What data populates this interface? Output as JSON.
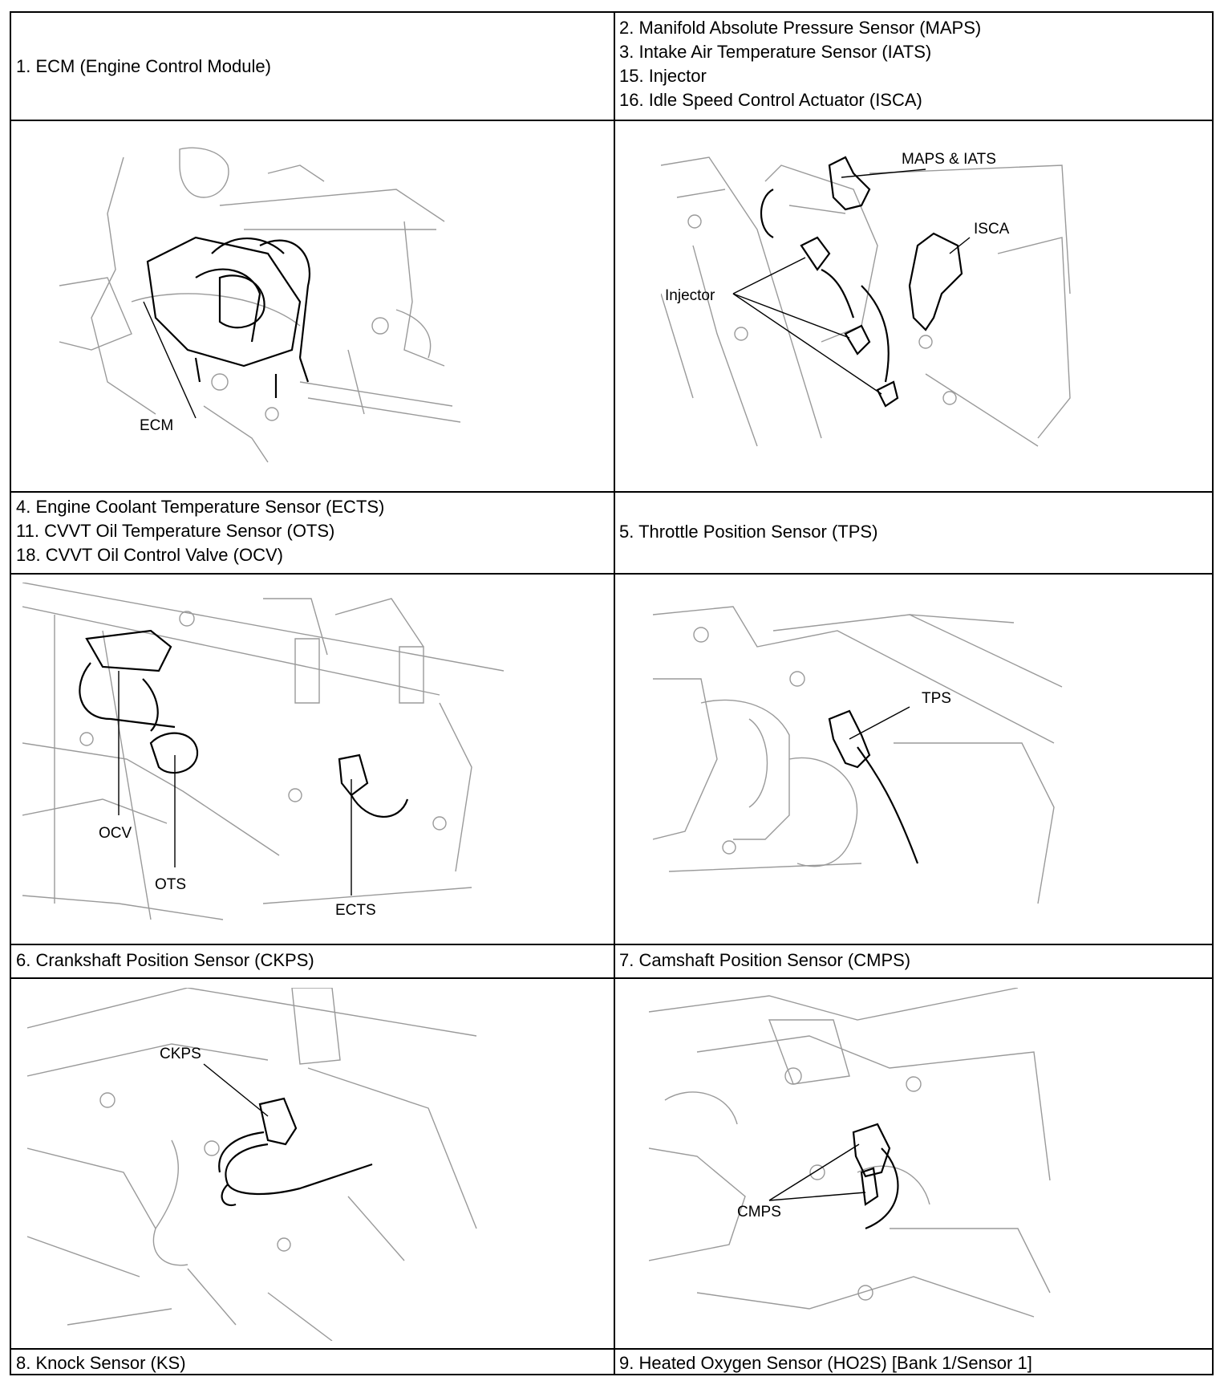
{
  "rows": [
    {
      "left": [
        "1. ECM (Engine Control Module)"
      ],
      "right": [
        "2. Manifold Absolute Pressure Sensor (MAPS)",
        "3. Intake Air Temperature Sensor (IATS)",
        "15. Injector",
        "16. Idle Speed Control Actuator (ISCA)"
      ]
    },
    {
      "left": [
        "4. Engine Coolant Temperature Sensor (ECTS)",
        "11. CVVT Oil Temperature Sensor (OTS)",
        "18. CVVT Oil Control Valve (OCV)"
      ],
      "right": [
        "5. Throttle Position Sensor (TPS)"
      ]
    },
    {
      "left": [
        "6. Crankshaft Position Sensor (CKPS)"
      ],
      "right": [
        "7. Camshaft Position Sensor (CMPS)"
      ]
    },
    {
      "left": [
        "8. Knock Sensor (KS)"
      ],
      "right": [
        "9. Heated Oxygen Sensor (HO2S) [Bank 1/Sensor 1]"
      ]
    }
  ],
  "figures": {
    "ecm": {
      "callouts": [
        "ECM"
      ]
    },
    "maps": {
      "callouts": [
        "MAPS & IATS",
        "ISCA",
        "Injector"
      ]
    },
    "ects": {
      "callouts": [
        "OCV",
        "OTS",
        "ECTS"
      ]
    },
    "tps": {
      "callouts": [
        "TPS"
      ]
    },
    "ckps": {
      "callouts": [
        "CKPS"
      ]
    },
    "cmps": {
      "callouts": [
        "CMPS"
      ]
    }
  }
}
